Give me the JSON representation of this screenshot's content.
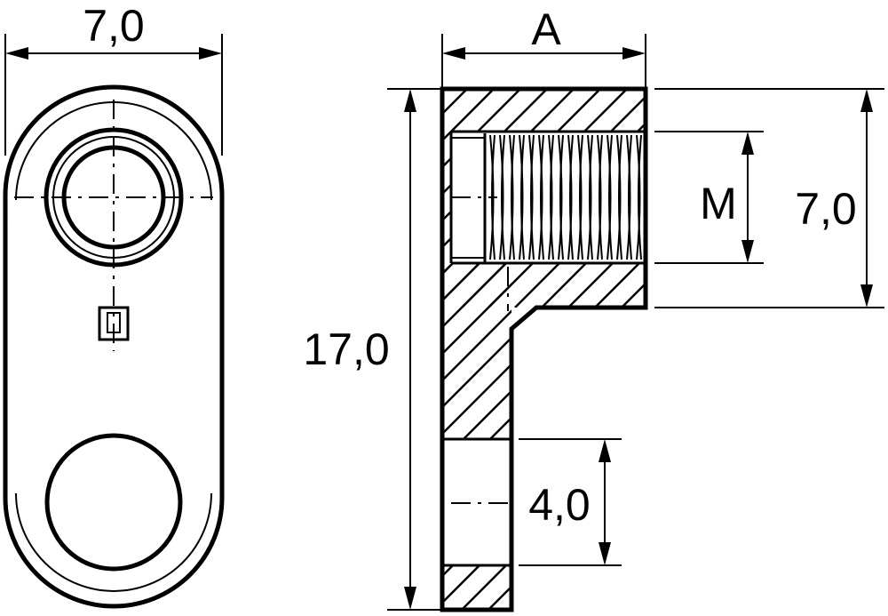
{
  "drawing": {
    "front_view": {
      "width_label": "7,0"
    },
    "section_view": {
      "thread_width_label": "A",
      "thread_label": "M",
      "head_height_label": "7,0",
      "total_height_label": "17,0",
      "hole_label": "4,0"
    }
  }
}
